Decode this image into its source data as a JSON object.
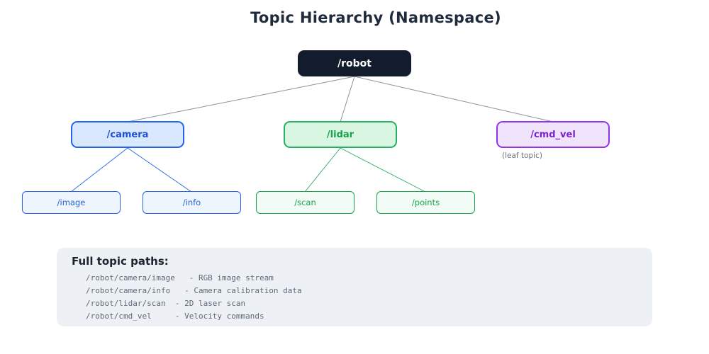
{
  "title": "Topic Hierarchy (Namespace)",
  "colors": {
    "root_bg": "#131c2c",
    "title_text": "#1f2a3c",
    "blue_border": "#2563eb",
    "blue_fill": "#d9e8fc",
    "blue_leaf_fill": "#eff5fd",
    "green_border": "#27ae60",
    "green_fill": "#d9f6e3",
    "green_leaf_fill": "#f2fbf5",
    "purple_border": "#9333ea",
    "purple_fill": "#f0e3fc",
    "purple_text": "#7e22ce",
    "edge_gray": "#8892a0",
    "panel_bg": "#edf1f6",
    "panel_text": "#5f6975"
  },
  "tree": {
    "root": {
      "label": "/robot"
    },
    "level2": [
      {
        "id": "camera",
        "label": "/camera"
      },
      {
        "id": "lidar",
        "label": "/lidar"
      },
      {
        "id": "cmd_vel",
        "label": "/cmd_vel",
        "note": "(leaf topic)"
      }
    ],
    "leaves": [
      {
        "id": "image",
        "label": "/image",
        "parent": "camera"
      },
      {
        "id": "info",
        "label": "/info",
        "parent": "camera"
      },
      {
        "id": "scan",
        "label": "/scan",
        "parent": "lidar"
      },
      {
        "id": "points",
        "label": "/points",
        "parent": "lidar"
      }
    ]
  },
  "paths_panel": {
    "heading": "Full topic paths:",
    "lines": [
      "/robot/camera/image   - RGB image stream",
      "/robot/camera/info   - Camera calibration data",
      "/robot/lidar/scan  - 2D laser scan",
      "/robot/cmd_vel     - Velocity commands"
    ]
  }
}
